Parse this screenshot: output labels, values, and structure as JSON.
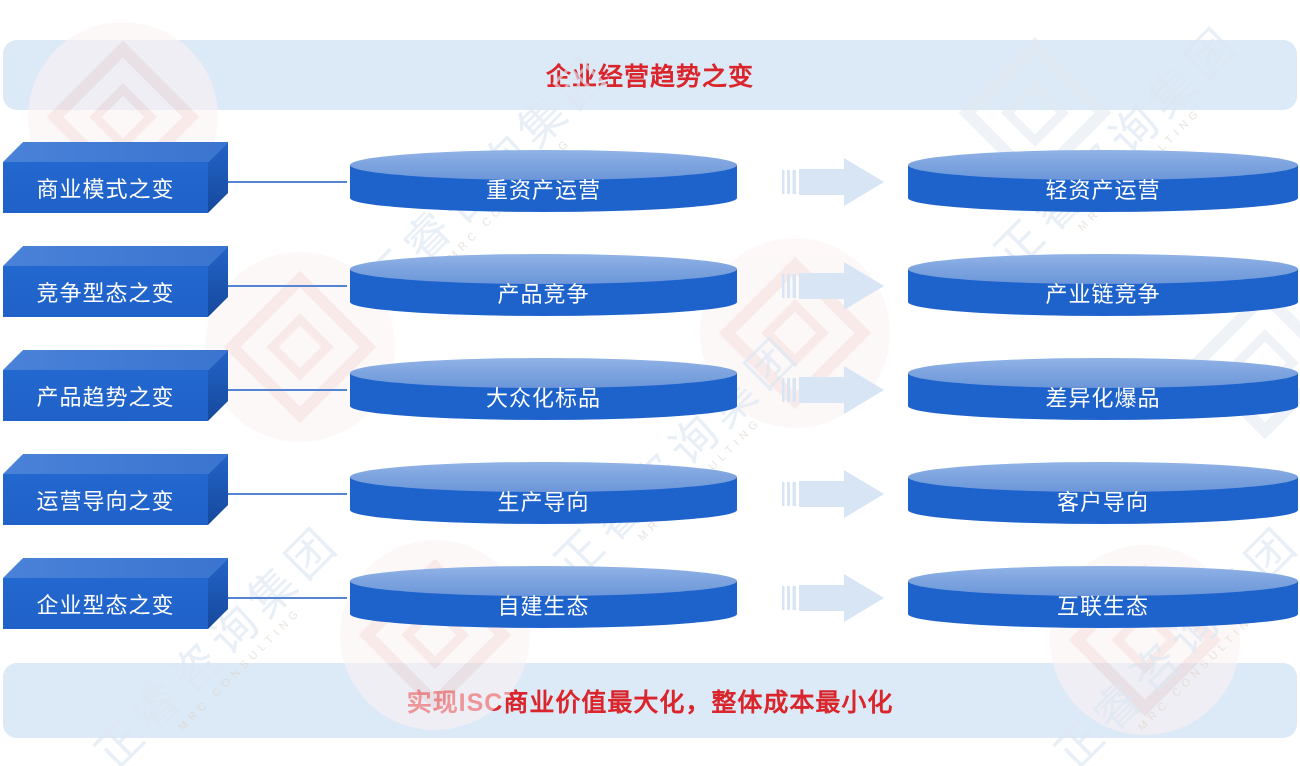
{
  "header": {
    "title": "企业经营趋势之变"
  },
  "rows": [
    {
      "label": "商业模式之变",
      "from": "重资产运营",
      "to": "轻资产运营"
    },
    {
      "label": "竞争型态之变",
      "from": "产品竞争",
      "to": "产业链竞争"
    },
    {
      "label": "产品趋势之变",
      "from": "大众化标品",
      "to": "差异化爆品"
    },
    {
      "label": "运营导向之变",
      "from": "生产导向",
      "to": "客户导向"
    },
    {
      "label": "企业型态之变",
      "from": "自建生态",
      "to": "互联生态"
    }
  ],
  "footer": {
    "title": "实现ISC商业价值最大化，整体成本最小化"
  },
  "watermark": {
    "text": "正睿咨询集团",
    "subtext": "MRC CONSULTING"
  },
  "colors": {
    "banner_bg": "#dce9f6",
    "accent_red": "#d9252b",
    "box_blue": "#2166cb",
    "cylinder_blue": "#1e63cc",
    "cylinder_top_blue": "#7ca3de",
    "arrow_blue": "#d7e5f5",
    "connector_blue": "#5585d2"
  }
}
